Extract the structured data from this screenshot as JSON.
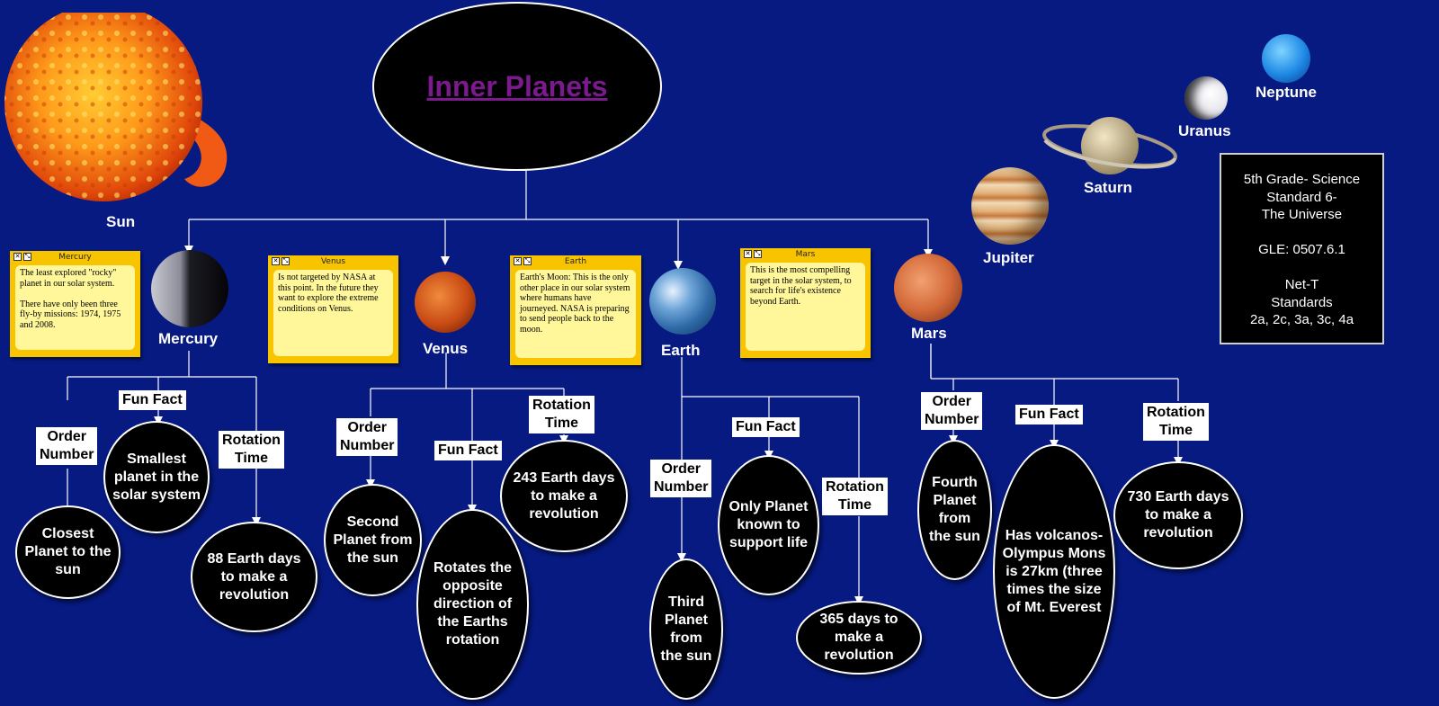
{
  "title": "Inner Planets",
  "sun": {
    "label": "Sun"
  },
  "outer_planets": {
    "jupiter": "Jupiter",
    "saturn": "Saturn",
    "uranus": "Uranus",
    "neptune": "Neptune"
  },
  "standards_box": {
    "lines": [
      "5th Grade- Science",
      "Standard 6-",
      "The Universe",
      "",
      "GLE: 0507.6.1",
      "",
      "Net-T",
      "Standards",
      "2a, 2c, 3a, 3c, 4a"
    ]
  },
  "colors": {
    "background": "#061a82",
    "title": "#7a1a8c",
    "note_frame": "#f8c400",
    "note_body": "#fff79a",
    "oval": "#000000"
  },
  "branch_labels": {
    "order": "Order\nNumber",
    "fun": "Fun Fact",
    "rotation": "Rotation\nTime"
  },
  "planets": {
    "mercury": {
      "name": "Mercury",
      "note_title": "Mercury",
      "note": "The least explored \"rocky\" planet in our solar system.\n\nThere have only been three fly-by missions: 1974, 1975 and 2008.",
      "order": "Closest Planet to the sun",
      "fun": "Smallest planet in the solar system",
      "rotation": "88 Earth days to make a revolution"
    },
    "venus": {
      "name": "Venus",
      "note_title": "Venus",
      "note": "Is not targeted by NASA at this point. In the future they want to explore the extreme conditions on Venus.",
      "order": "Second Planet from the sun",
      "fun": "Rotates the opposite direction of the Earths rotation",
      "rotation": "243 Earth days to make a revolution"
    },
    "earth": {
      "name": "Earth",
      "note_title": "Earth",
      "note": "Earth's Moon: This is the only other place in our solar system where humans have journeyed. NASA is preparing to send people back to the moon.",
      "order": "Third Planet from the sun",
      "fun": "Only Planet known to support life",
      "rotation": "365 days to make a revolution"
    },
    "mars": {
      "name": "Mars",
      "note_title": "Mars",
      "note": "This is the most compelling target in the solar system, to search for life's existence beyond Earth.",
      "order": "Fourth Planet from the sun",
      "fun": "Has volcanos- Olympus Mons is 27km (three times the size of Mt. Everest",
      "rotation": "730 Earth days to make a revolution"
    }
  }
}
